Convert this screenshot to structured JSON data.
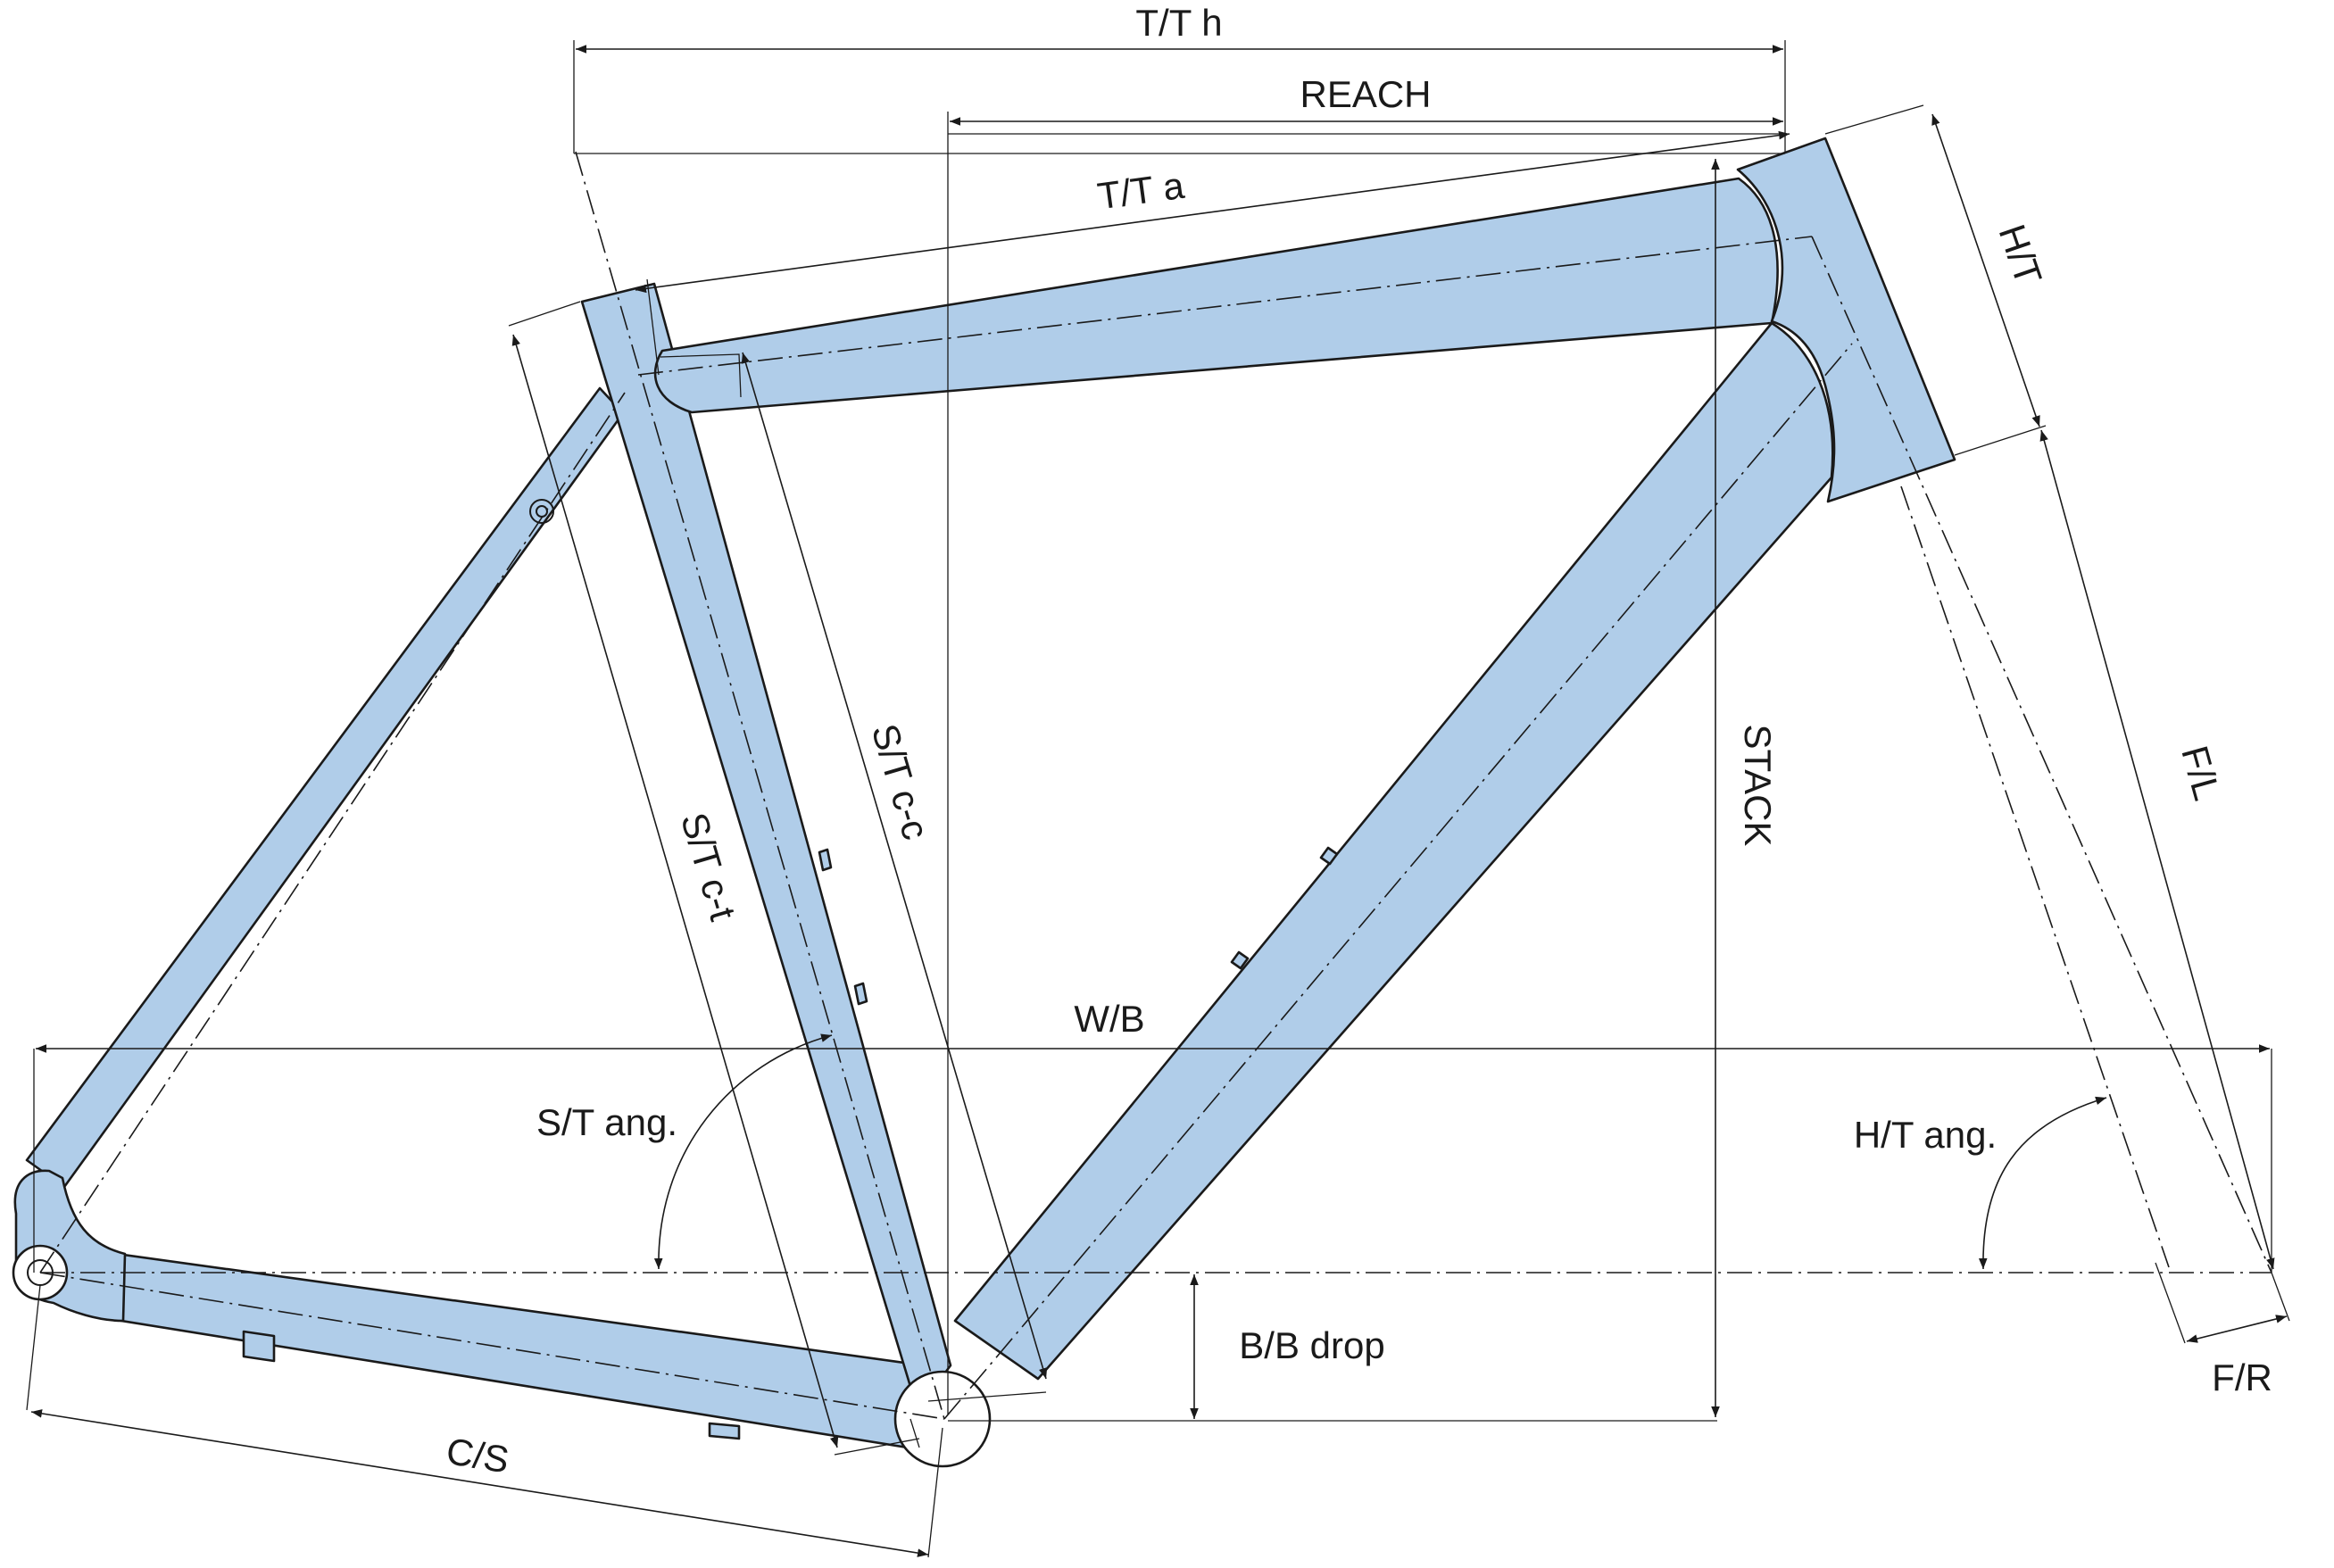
{
  "colors": {
    "tube_fill": "#b0cde9",
    "line": "#1a1a1a",
    "background": "#ffffff"
  },
  "labels": {
    "tt_h": "T/T h",
    "reach": "REACH",
    "tt_a": "T/T a",
    "ht": "H/T",
    "fl": "F/L",
    "stack": "STACK",
    "st_cc": "S/T c-c",
    "st_ct": "S/T c-t",
    "wb": "W/B",
    "st_ang": "S/T ang.",
    "ht_ang": "H/T ang.",
    "bb_drop": "B/B drop",
    "cs": "C/S",
    "fr": "F/R"
  }
}
